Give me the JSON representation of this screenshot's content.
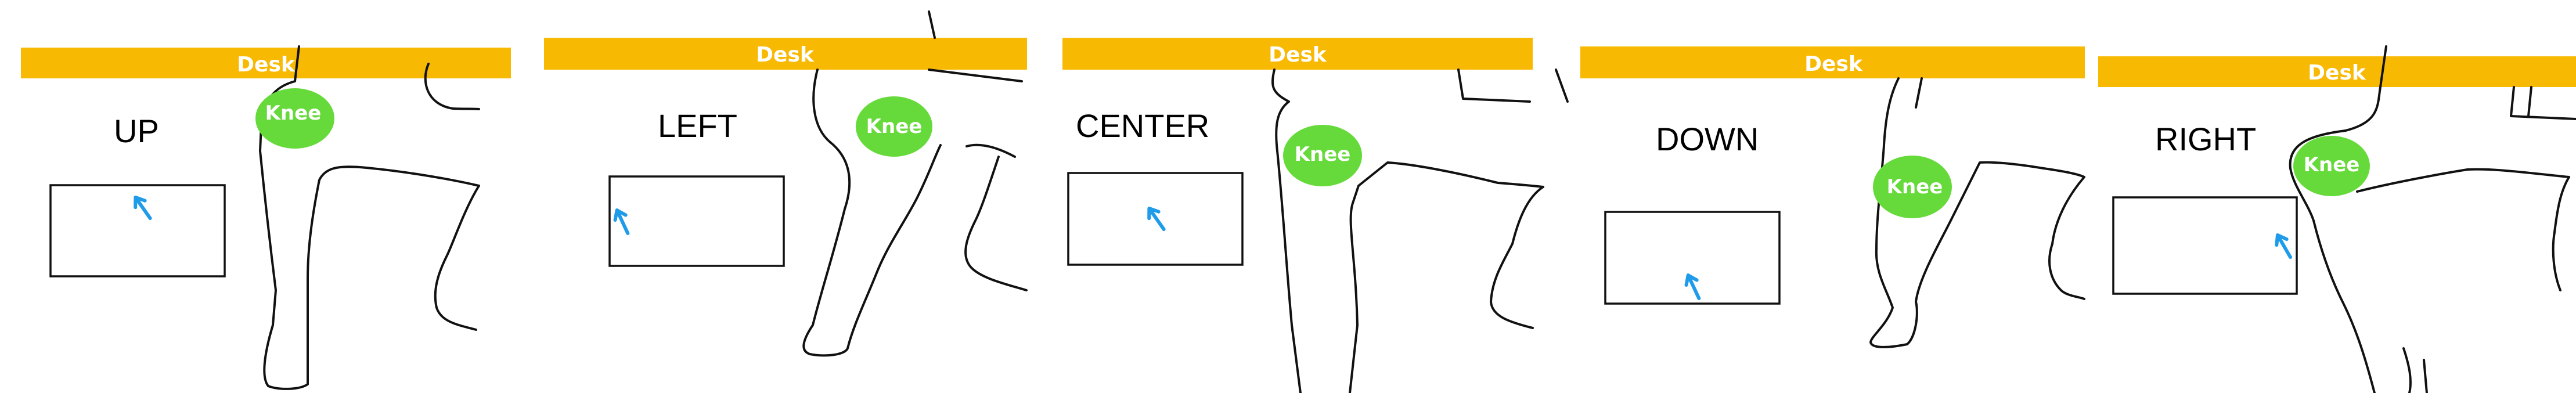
{
  "colors": {
    "desk": "#F8B903",
    "knee": "#66DA3A",
    "cursor": "#1E9BE9",
    "outline": "#111111"
  },
  "panels": [
    {
      "direction": "UP",
      "desk_label": "Desk",
      "knee_label": "Knee",
      "cursor_icon": "arrow-cursor-icon"
    },
    {
      "direction": "LEFT",
      "desk_label": "Desk",
      "knee_label": "Knee",
      "cursor_icon": "arrow-cursor-icon"
    },
    {
      "direction": "CENTER",
      "desk_label": "Desk",
      "knee_label": "Knee",
      "cursor_icon": "arrow-cursor-icon"
    },
    {
      "direction": "DOWN",
      "desk_label": "Desk",
      "knee_label": "Knee",
      "cursor_icon": "arrow-cursor-icon"
    },
    {
      "direction": "RIGHT",
      "desk_label": "Desk",
      "knee_label": "Knee",
      "cursor_icon": "arrow-cursor-icon"
    }
  ]
}
